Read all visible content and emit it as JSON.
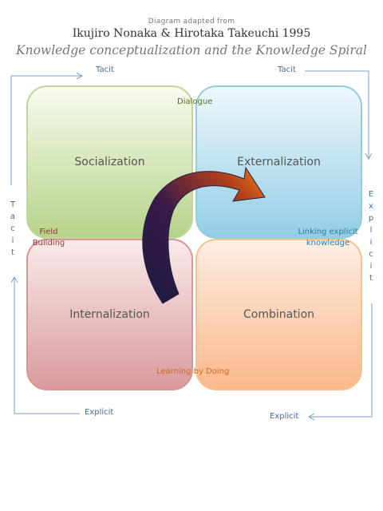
{
  "header": {
    "adapted": "Diagram adapted from",
    "authors": "Ikujiro Nonaka & Hirotaka Takeuchi 1995",
    "title": "Knowledge conceptualization and the Knowledge Spiral"
  },
  "quadrants": {
    "top_left": "Socialization",
    "top_right": "Externalization",
    "bottom_left": "Internalization",
    "bottom_right": "Combination"
  },
  "transitions": {
    "dialogue": "Dialogue",
    "linking": "Linking explicit knowledge",
    "learning": "Learning by Doing",
    "field": "Field Building"
  },
  "axes": {
    "top_left_tacit": "Tacit",
    "top_right_tacit": "Tacit",
    "left_vertical": "Tacit",
    "right_vertical": "Explicit",
    "bottom_left_explicit": "Explicit",
    "bottom_right_explicit": "Explicit"
  },
  "colors": {
    "socialization": "#b7d389",
    "externalization": "#93cde6",
    "internalization": "#da9a9c",
    "combination": "#fbb88c",
    "arrow_start": "#1a1a3e",
    "arrow_end": "#f07a1a",
    "cycle_arrows": "#7aa0c8"
  }
}
